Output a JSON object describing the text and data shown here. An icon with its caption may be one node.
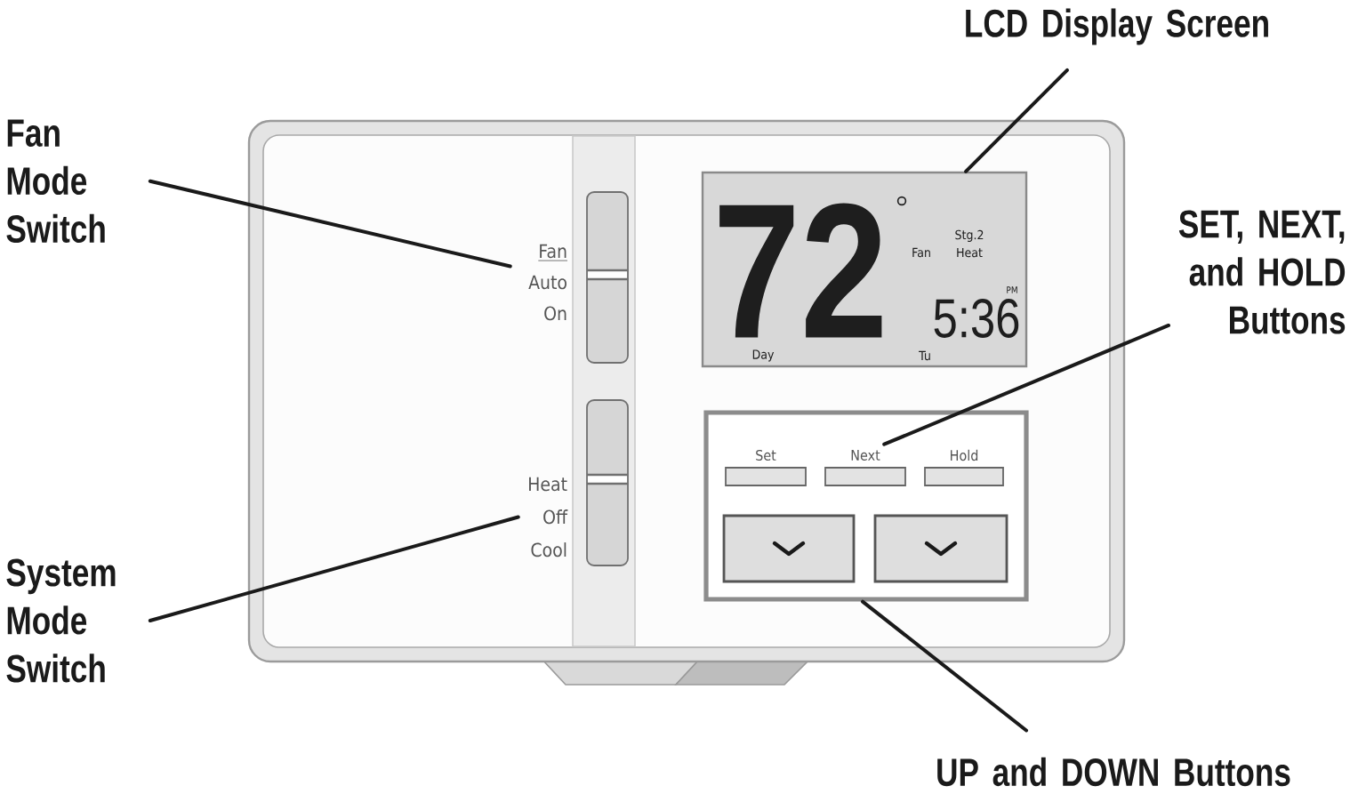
{
  "diagram": {
    "nodes": [
      {
        "text": [
          "Fan Mode Switch"
        ]
      },
      {
        "text": [
          "LCD Display Screen"
        ]
      },
      {
        "text": [],
        "shape": "box"
      },
      {
        "text": [
          "Fan",
          "Auto",
          "On"
        ],
        "in": 2
      },
      {
        "text": [
          "72",
          "Fan",
          "Stg.2 Heat",
          "PM",
          "5:36",
          "Day",
          "Tu"
        ],
        "in": 2
      },
      {
        "text": [
          "Heat",
          "Off",
          "Cool"
        ],
        "in": 2
      },
      {
        "text": [],
        "shape": "box",
        "in": 2
      },
      {
        "text": [
          "Set"
        ],
        "in": 6
      },
      {
        "text": [
          "Next"
        ],
        "in": 6
      },
      {
        "text": [
          "Hold"
        ],
        "in": 6
      },
      {
        "text": [],
        "shape": "box",
        "in": 6
      },
      {
        "text": [],
        "shape": "box",
        "in": 6
      },
      {
        "text": [
          "SET, NEXT, and HOLD Buttons"
        ]
      },
      {
        "text": [
          "System Mode Switch"
        ]
      },
      {
        "text": [
          "UP and DOWN Buttons"
        ]
      }
    ],
    "edges": [
      {
        "from": 0,
        "to": 3,
        "arrow": "none"
      },
      {
        "from": 1,
        "to": 4,
        "arrow": "none"
      },
      {
        "from": 12,
        "to": 8,
        "arrow": "none"
      },
      {
        "from": 13,
        "to": 5,
        "arrow": "none"
      },
      {
        "from": 14,
        "to": 6,
        "arrow": "none"
      }
    ]
  }
}
